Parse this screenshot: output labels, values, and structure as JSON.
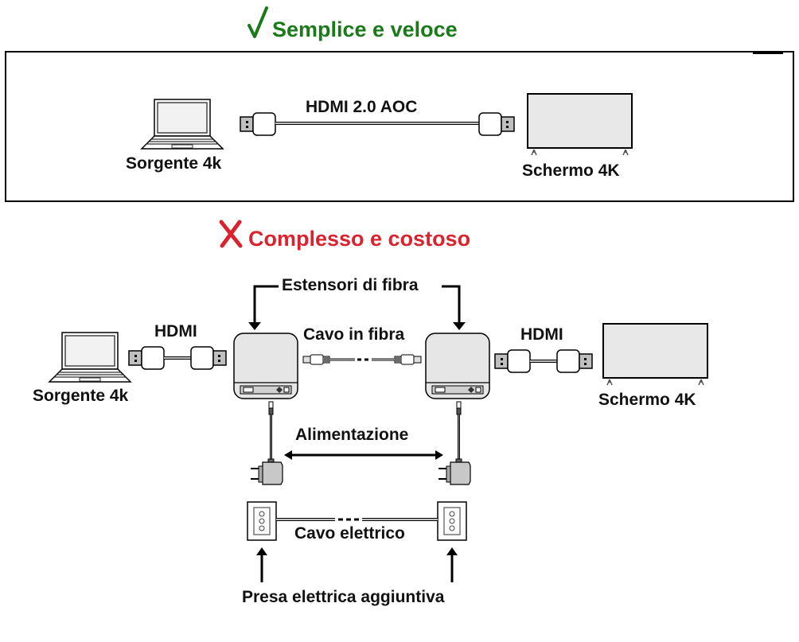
{
  "top_section": {
    "title": "Semplice e veloce",
    "title_icon": "checkmark-icon",
    "title_color": "#1a7a1a",
    "source_label": "Sorgente 4k",
    "cable_label": "HDMI 2.0 AOC",
    "display_label": "Schermo 4K"
  },
  "bottom_section": {
    "title": "Complesso e costoso",
    "title_icon": "cross-icon",
    "title_color": "#d9232f",
    "source_label": "Sorgente 4k",
    "hdmi_left_label": "HDMI",
    "hdmi_right_label": "HDMI",
    "extenders_label": "Estensori di fibra",
    "fiber_cable_label": "Cavo in fibra",
    "display_label": "Schermo 4K",
    "power_label": "Alimentazione",
    "power_cable_label": "Cavo elettrico",
    "outlet_label": "Presa elettrica aggiuntiva"
  },
  "icons": {
    "laptop": "laptop-icon",
    "tv": "tv-icon",
    "hdmi_plug": "hdmi-plug-icon",
    "fiber_extender": "fiber-extender-icon",
    "fiber_plug": "fiber-plug-icon",
    "power_adapter": "power-adapter-icon",
    "wall_outlet": "wall-outlet-icon"
  }
}
